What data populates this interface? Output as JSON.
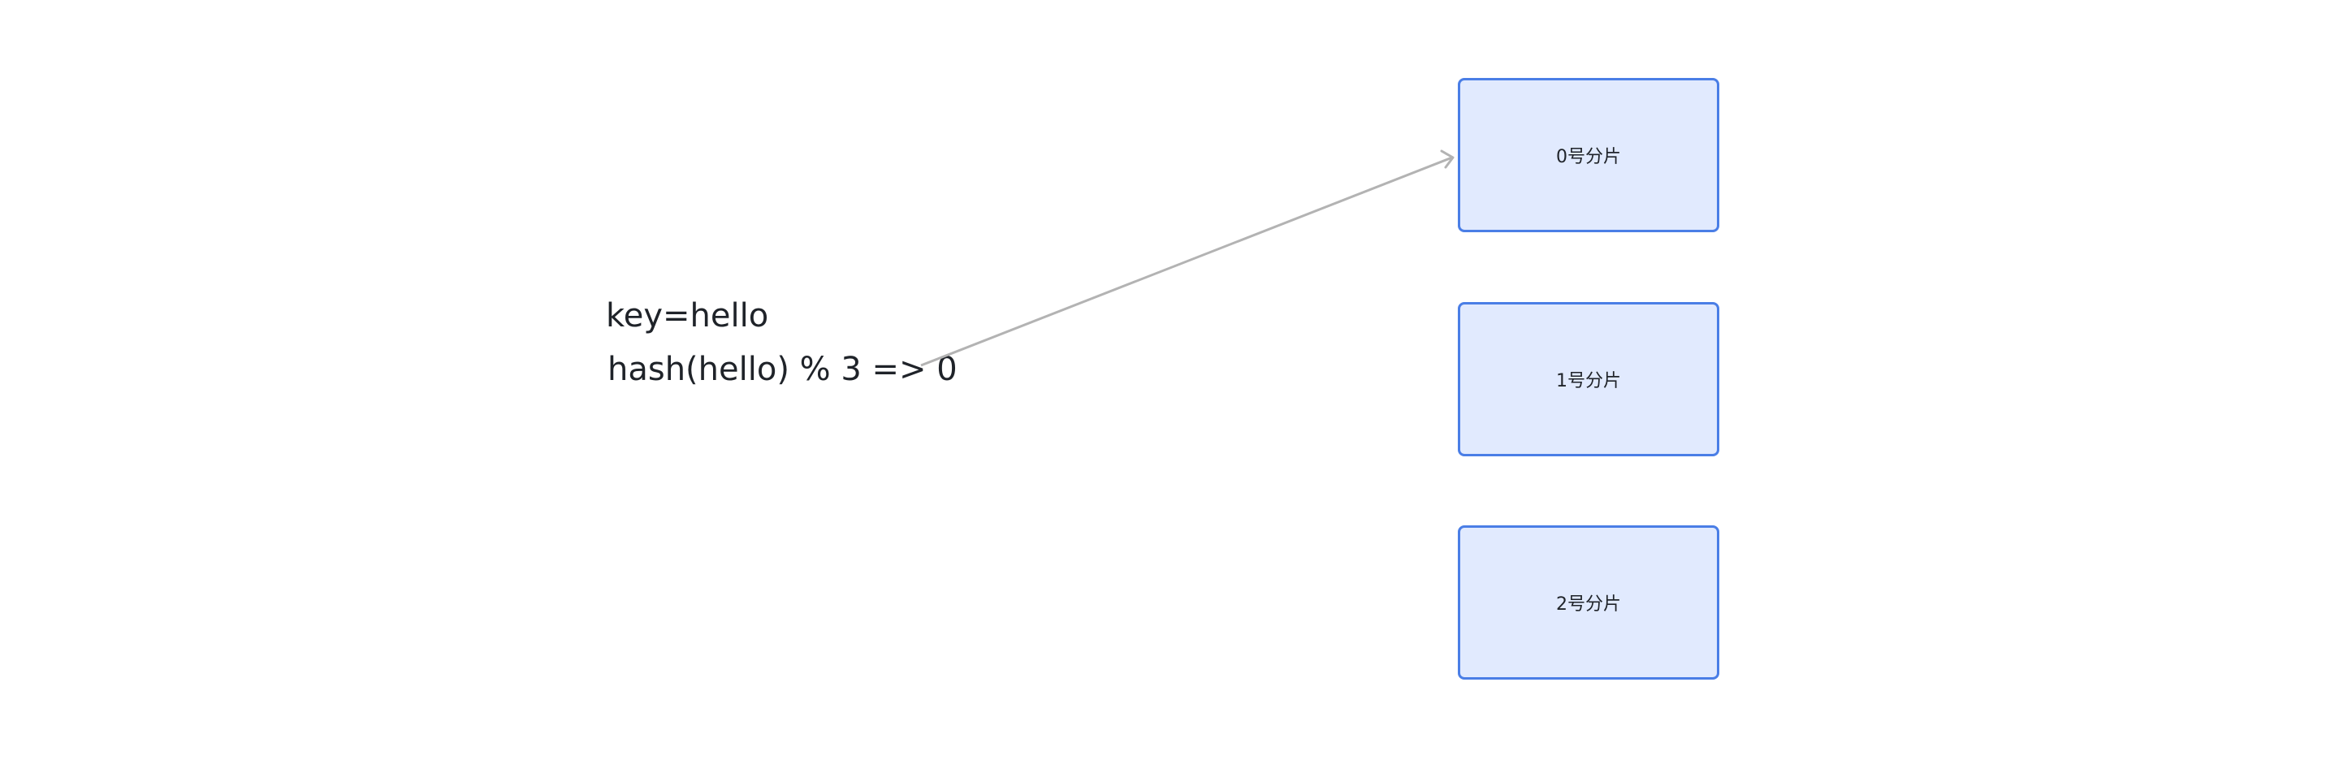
{
  "labels": {
    "key": "key=hello",
    "hash": "hash(hello) % 3 => 0"
  },
  "shards": [
    {
      "label": "0号分片"
    },
    {
      "label": "1号分片"
    },
    {
      "label": "2号分片"
    }
  ],
  "colors": {
    "shard_fill": "#e1eafe",
    "shard_border": "#4a7ee6",
    "arrow": "#b3b3b3",
    "text": "#1f2329"
  }
}
